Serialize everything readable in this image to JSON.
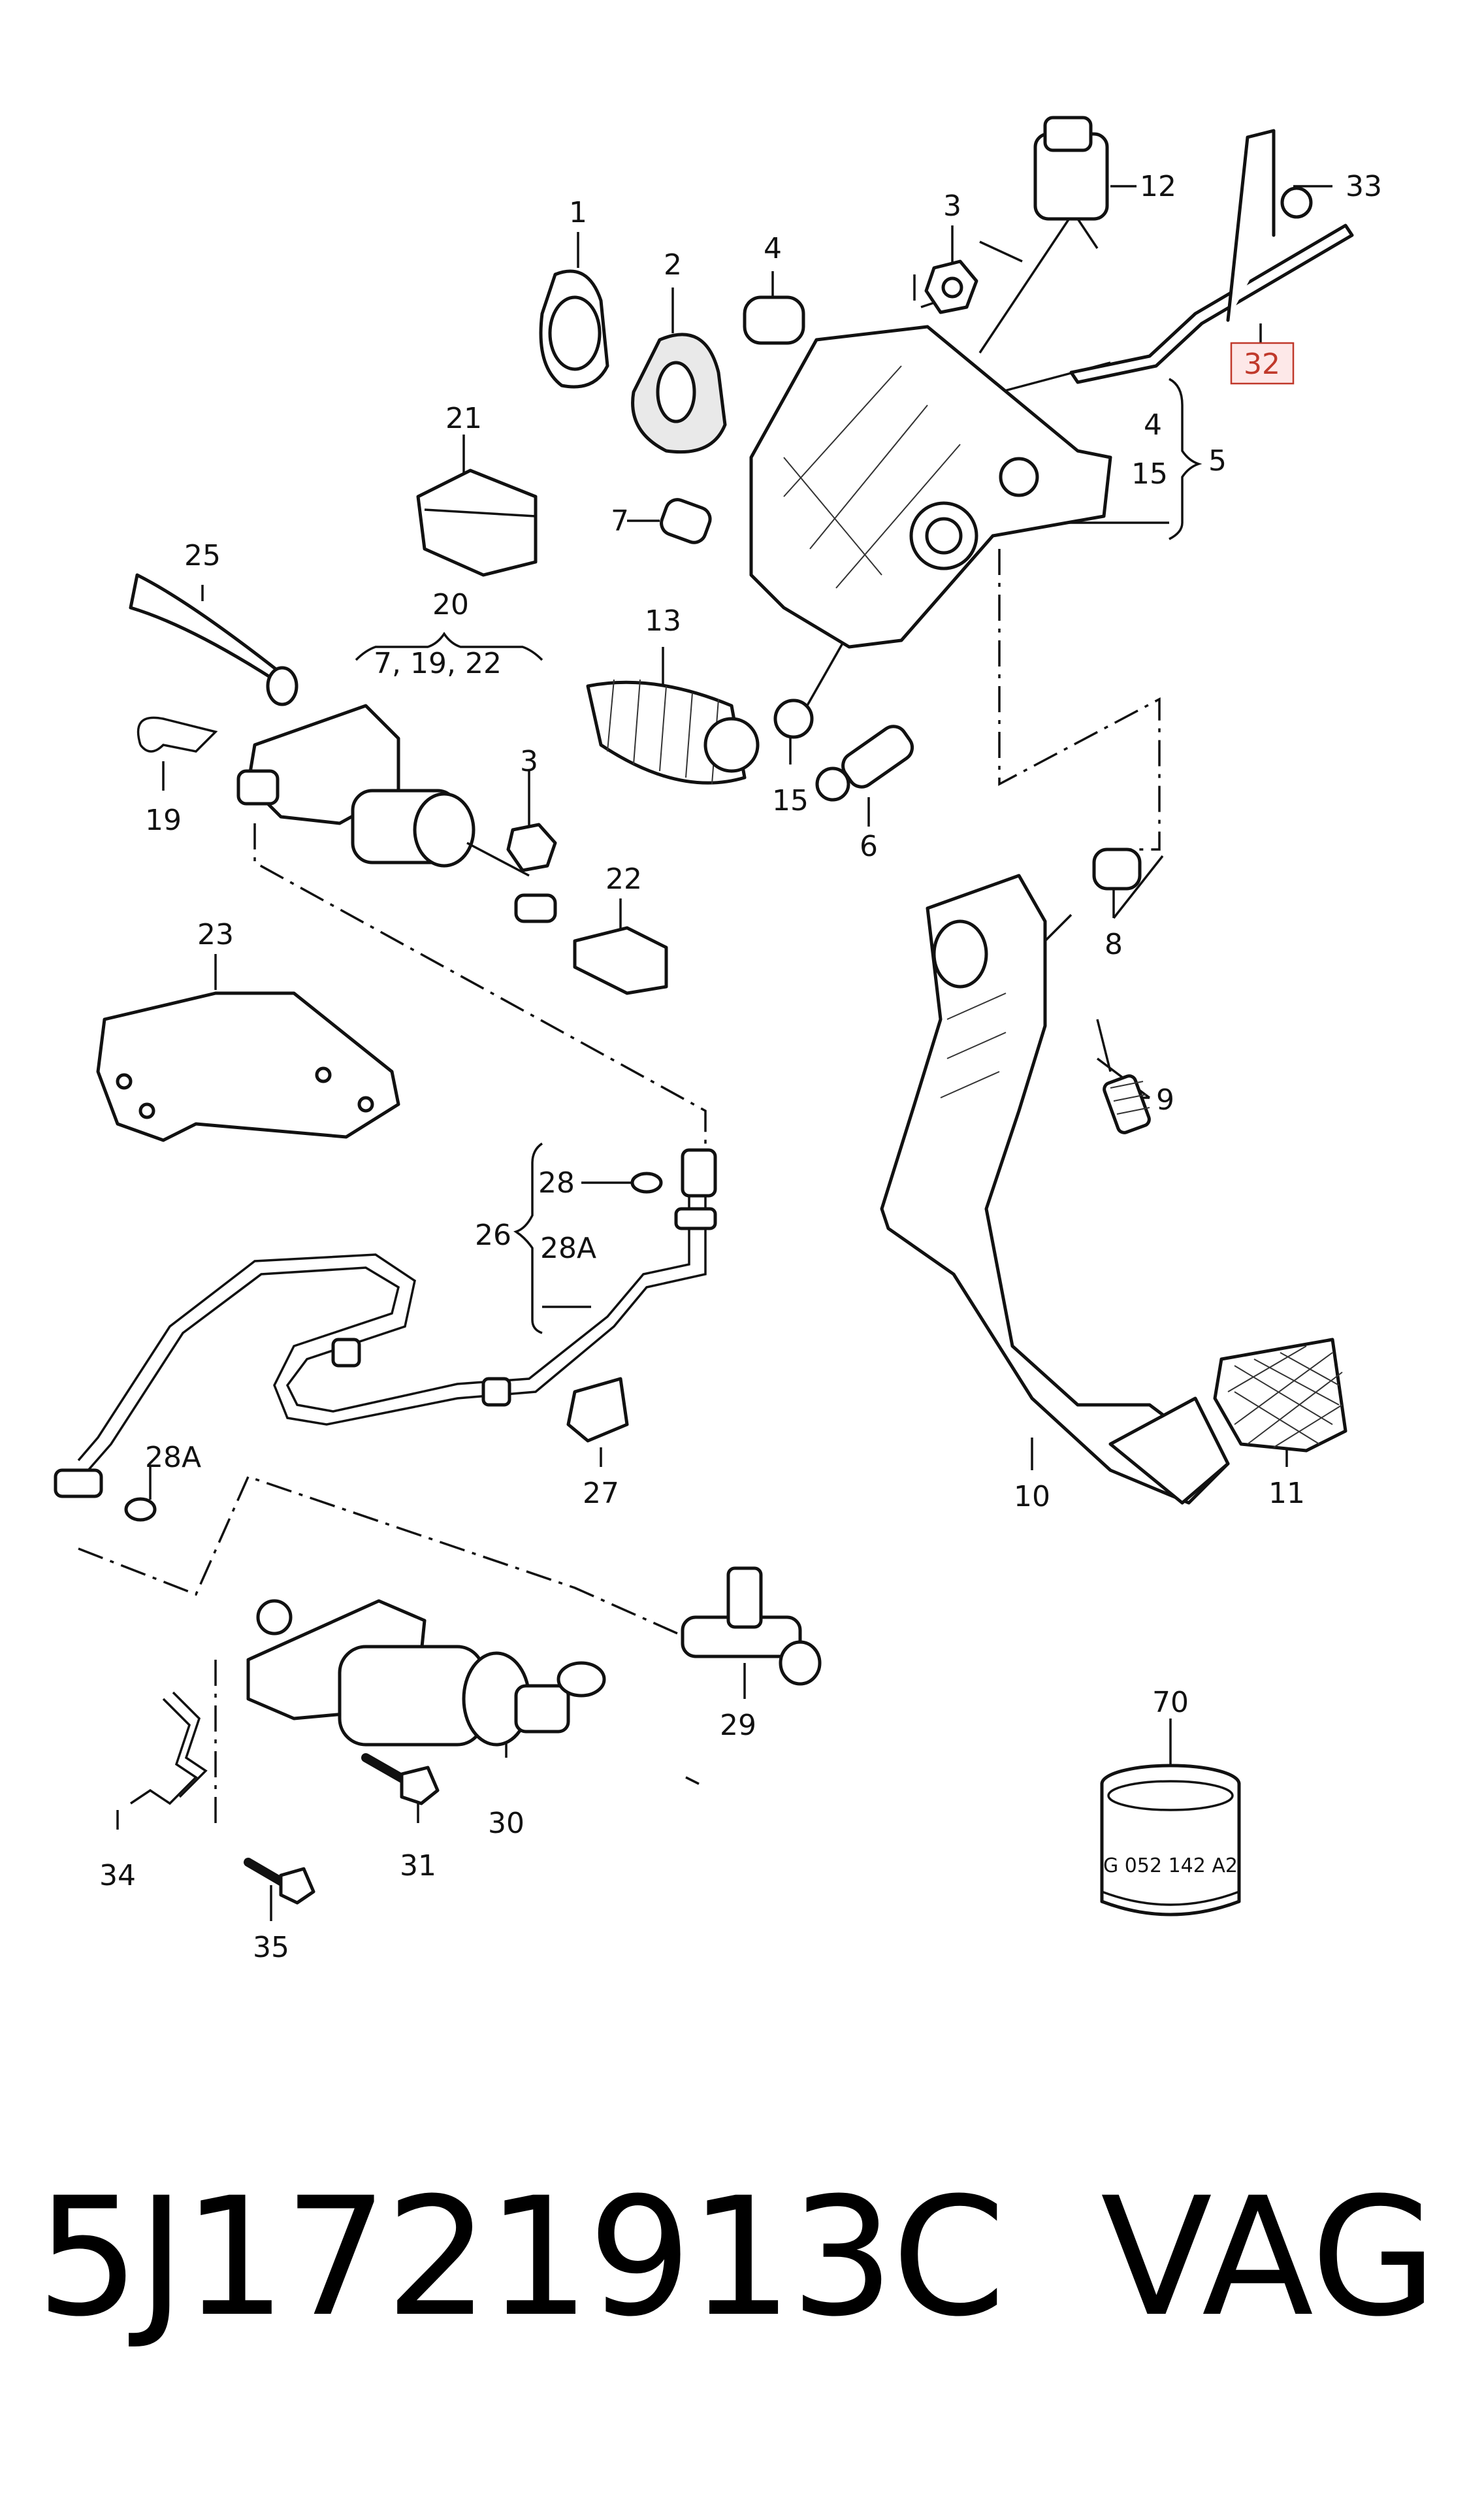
{
  "callouts": {
    "c1": "1",
    "c2": "2",
    "c3a": "3",
    "c3b": "3",
    "c4a": "4",
    "c4b": "4",
    "c5": "5",
    "c6": "6",
    "c7": "7",
    "c8": "8",
    "c9": "9",
    "c10": "10",
    "c11": "11",
    "c12": "12",
    "c13": "13",
    "c15a": "15",
    "c15b": "15",
    "c19": "19",
    "c20": "20",
    "c20sub": "7, 19, 22",
    "c21": "21",
    "c22": "22",
    "c23": "23",
    "c25": "25",
    "c26": "26",
    "c27": "27",
    "c28": "28",
    "c28a1": "28A",
    "c28a2": "28A",
    "c29": "29",
    "c30": "30",
    "c31": "31",
    "c32": "32",
    "c33": "33",
    "c34": "34",
    "c35": "35",
    "c70": "70"
  },
  "part70_marking": "G 052 142 A2",
  "footer": {
    "part_number": "5J1721913C",
    "brand": "VAG"
  },
  "colors": {
    "highlight": "#c0392b",
    "highlight_fill": "#fde8e8"
  }
}
